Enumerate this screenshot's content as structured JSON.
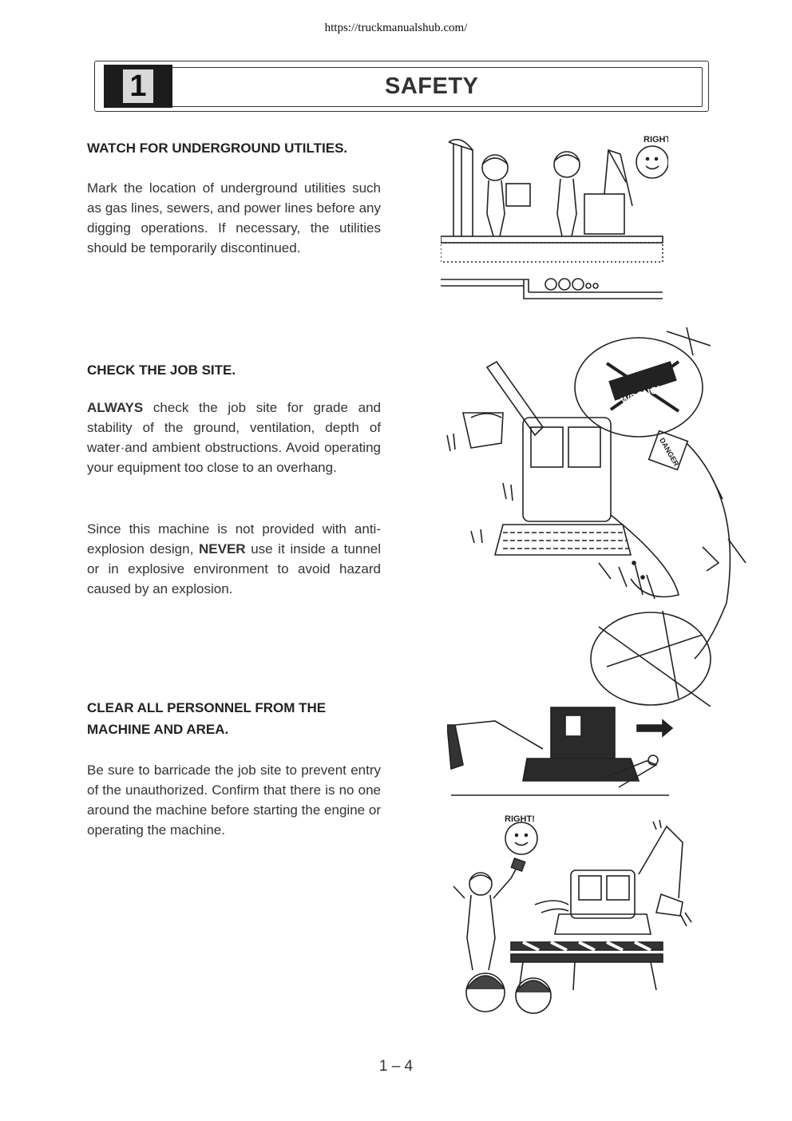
{
  "source_url": "https://truckmanualshub.com/",
  "header": {
    "chapter_number": "1",
    "title": "SAFETY"
  },
  "sections": [
    {
      "heading": "WATCH FOR UNDERGROUND UTILTIES.",
      "body": "Mark the location of underground utilities such as gas lines, sewers, and power lines before any digging operations. If necessary, the utilities should be temporarily discontinued."
    },
    {
      "heading": "CHECK THE JOB SITE.",
      "p1_emph": "ALWAYS",
      "p1_rest": " check the job site for grade and stability of the ground, ventilation, depth of water·and ambient obstructions. Avoid operating your equipment too close to an overhang.",
      "p2_start": "Since this machine is not provided with anti-explosion design, ",
      "p2_emph": "NEVER",
      "p2_rest": " use it inside a tunnel or in explosive environment to avoid hazard caused by an explosion."
    },
    {
      "heading_line1": "CLEAR ALL PERSONNEL FROM THE",
      "heading_line2": "MACHINE AND AREA.",
      "body": "Be sure to barricade the job site to prevent entry of the unauthorized. Confirm that there is no one around the machine before starting the engine or operating the machine."
    }
  ],
  "illustration_labels": {
    "right_1": "RIGHT!",
    "wrong": "WRONG!",
    "danger": "DANGER",
    "right_2": "RIGHT!"
  },
  "page_number": "1 – 4"
}
